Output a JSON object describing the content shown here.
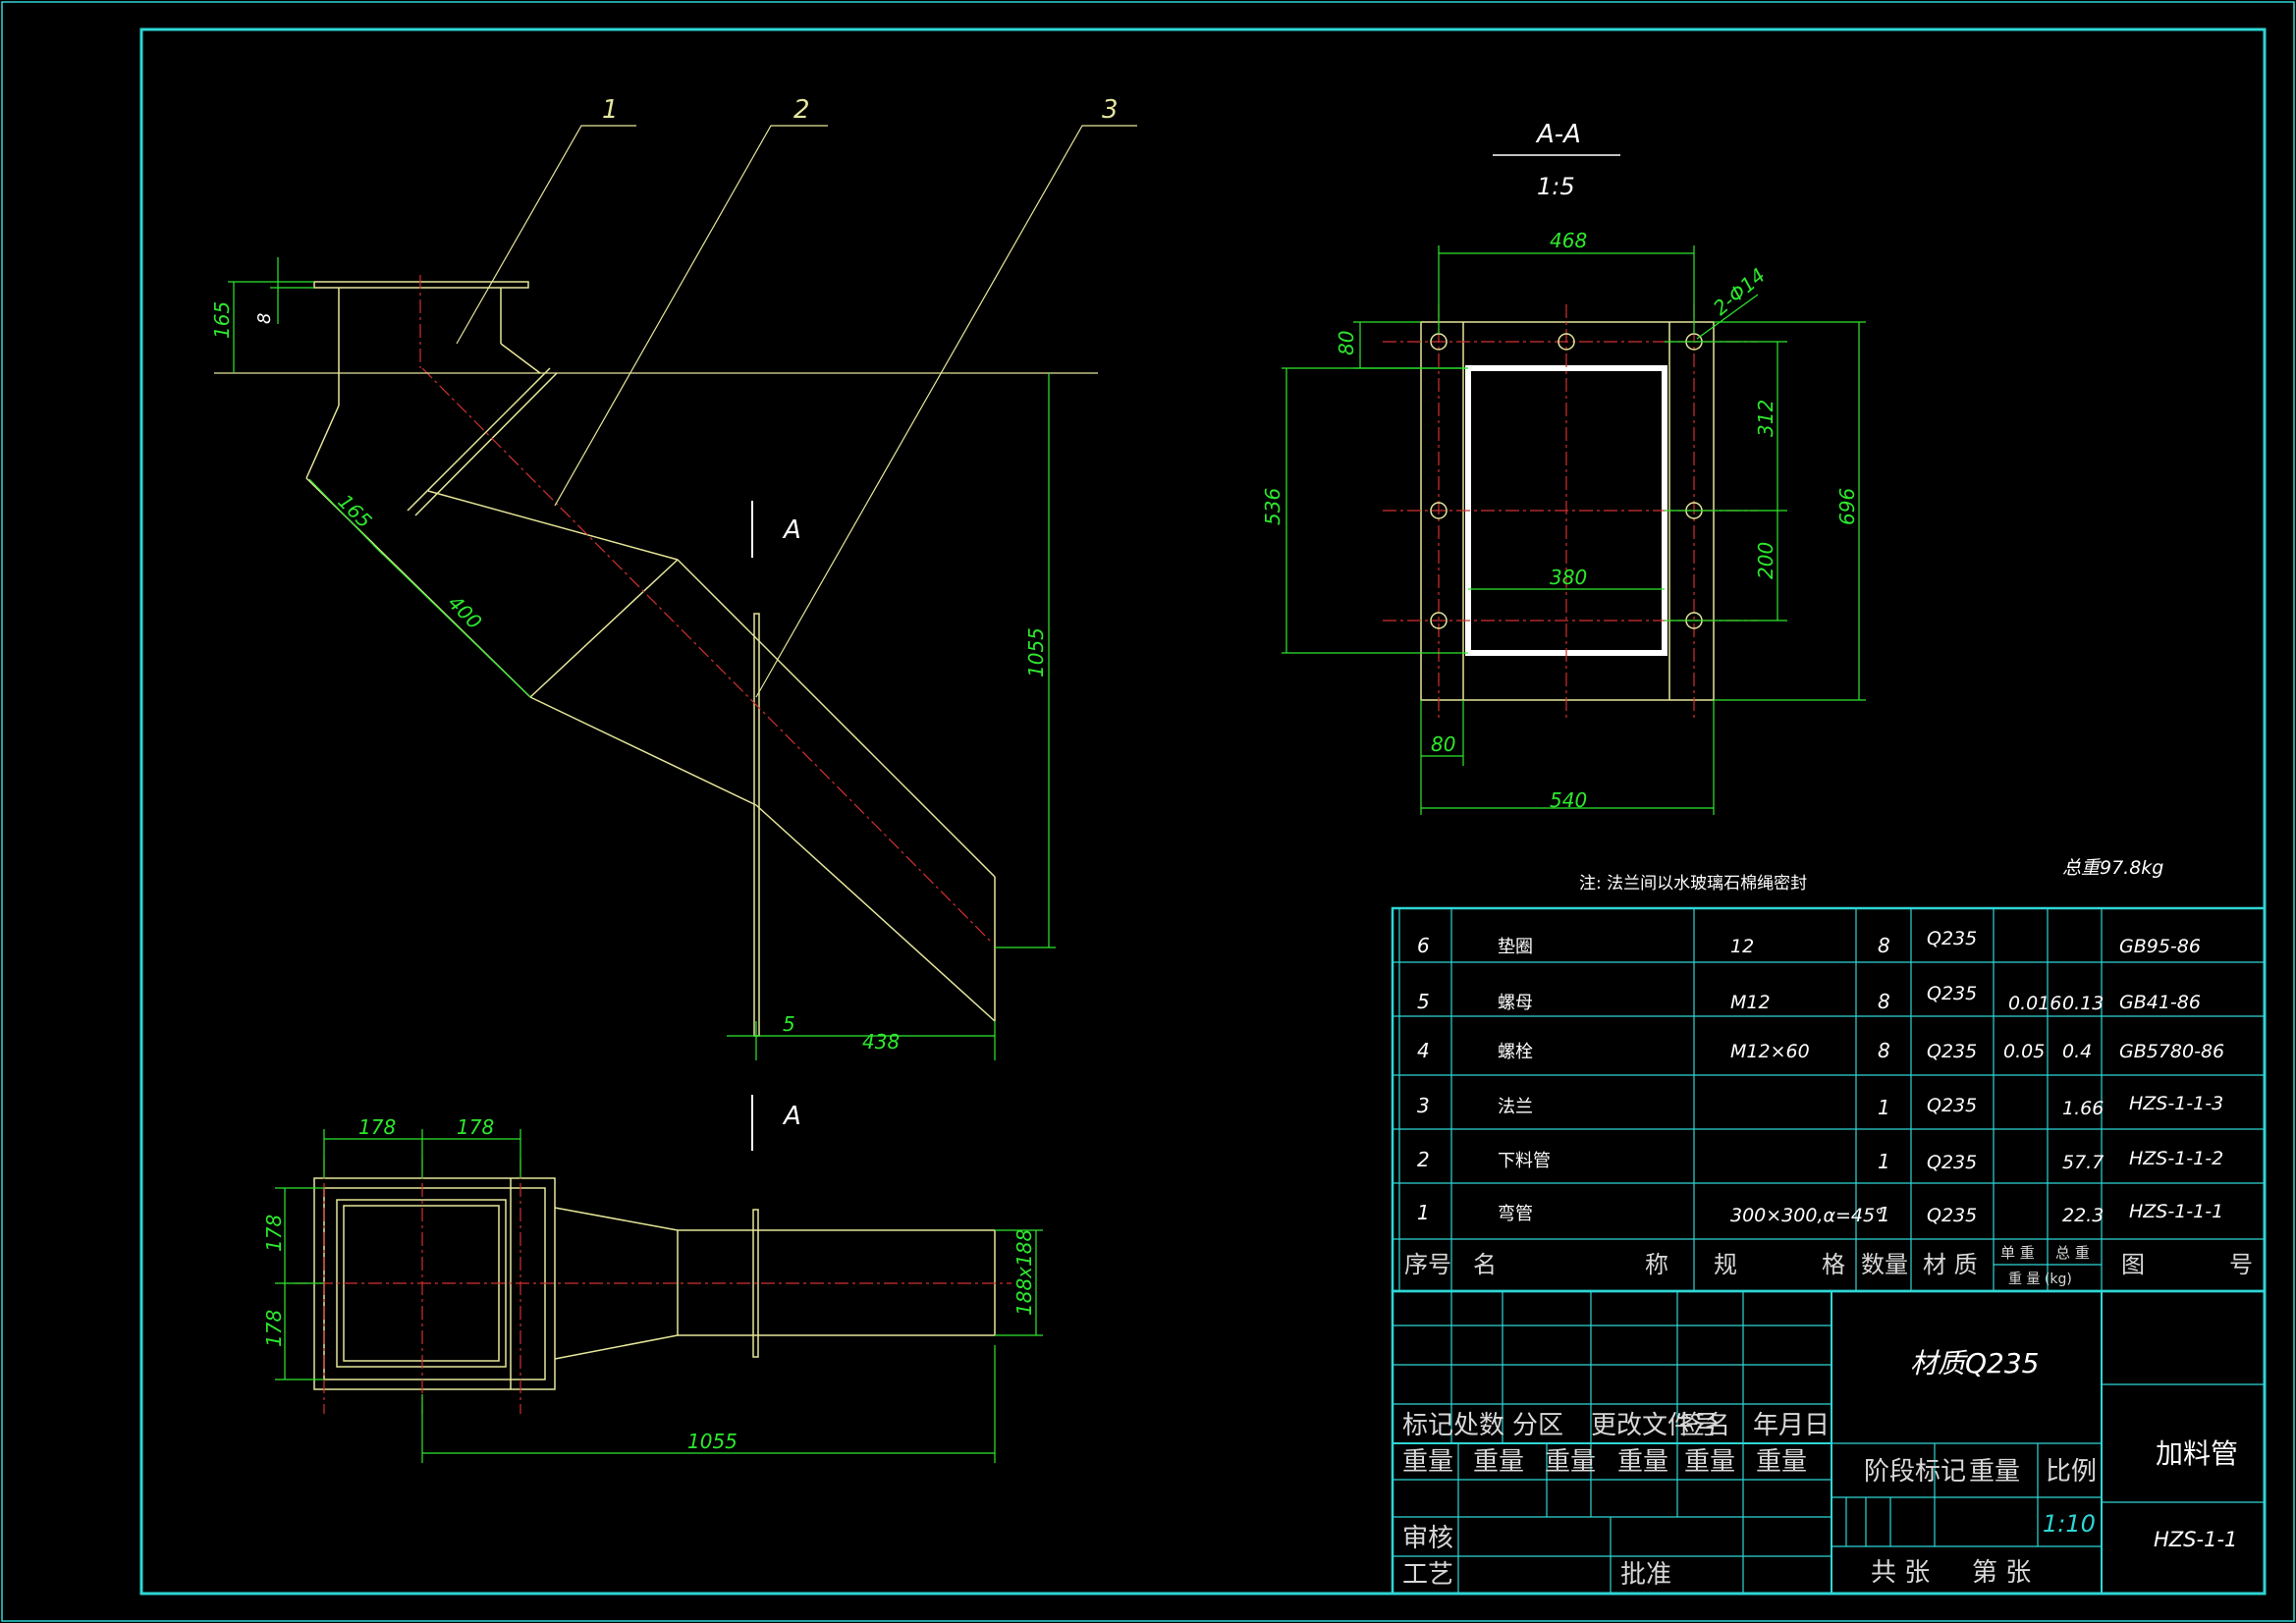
{
  "colors": {
    "frame": "#2fd6d6",
    "dim": "#2ee82e",
    "part": "#e6e69a",
    "center": "#d23030",
    "text": "#ffffff",
    "flange": "#ffffff",
    "background": "#000000"
  },
  "leaders": [
    "1",
    "2",
    "3"
  ],
  "main_view": {
    "dims": {
      "h165": "165",
      "h8": "8",
      "d165": "165",
      "d400": "400",
      "v1055": "1055",
      "h5": "5",
      "h438": "438"
    },
    "section_marks": [
      "A",
      "A"
    ]
  },
  "section_view": {
    "title": "A-A",
    "scale": "1:5",
    "dims": {
      "w468": "468",
      "holes": "2-Φ14",
      "d80top": "80",
      "d536": "536",
      "d312": "312",
      "d696": "696",
      "d200": "200",
      "d380": "380",
      "d80bottom": "80",
      "d540": "540"
    }
  },
  "plan_view": {
    "dims": {
      "a178": "178",
      "b178": "178",
      "c178": "178",
      "d178": "178",
      "sq": "188x188",
      "len": "1055"
    }
  },
  "notes": {
    "note": "注: 法兰间以水玻璃石棉绳密封",
    "total_weight": "总重97.8kg"
  },
  "parts_table": {
    "rows": [
      {
        "no": "6",
        "name": "垫圈",
        "spec": "12",
        "qty": "8",
        "material": "Q235",
        "unit": "",
        "total": "",
        "drawing": "GB95-86"
      },
      {
        "no": "5",
        "name": "螺母",
        "spec": "M12",
        "qty": "8",
        "material": "Q235",
        "unit": "0.016",
        "total": "0.13",
        "drawing": "GB41-86"
      },
      {
        "no": "4",
        "name": "螺栓",
        "spec": "M12×60",
        "qty": "8",
        "material": "Q235",
        "unit": "0.05",
        "total": "0.4",
        "drawing": "GB5780-86"
      },
      {
        "no": "3",
        "name": "法兰",
        "spec": "",
        "qty": "1",
        "material": "Q235",
        "unit": "",
        "total": "1.66",
        "drawing": "HZS-1-1-3"
      },
      {
        "no": "2",
        "name": "下料管",
        "spec": "",
        "qty": "1",
        "material": "Q235",
        "unit": "",
        "total": "57.7",
        "drawing": "HZS-1-1-2"
      },
      {
        "no": "1",
        "name": "弯管",
        "spec": "300×300,α=45°",
        "qty": "1",
        "material": "Q235",
        "unit": "",
        "total": "22.3",
        "drawing": "HZS-1-1-1"
      }
    ],
    "header": {
      "no": "序号",
      "name_a": "名",
      "name_b": "称",
      "spec_a": "规",
      "spec_b": "格",
      "qty": "数量",
      "material": "材 质",
      "unit": "单 重",
      "total": "总 重",
      "weight": "重 量 (kg)",
      "drawing_a": "图",
      "drawing_b": "号"
    }
  },
  "title_block": {
    "material": "材质Q235",
    "name": "加料管",
    "code": "HZS-1-1",
    "scale": "1:10",
    "stage": "阶段标记",
    "weight": "重量",
    "ratio": "比例",
    "revision": [
      "标记",
      "处数",
      "分区",
      "更改文件号",
      "签名",
      "年月日"
    ],
    "row2": [
      "重量",
      "重量",
      "重量",
      "重量",
      "重量",
      "重量"
    ],
    "review": "审核",
    "process": "工艺",
    "approve": "批准",
    "sheets_total": "共 张",
    "sheet_no": "第 张"
  }
}
